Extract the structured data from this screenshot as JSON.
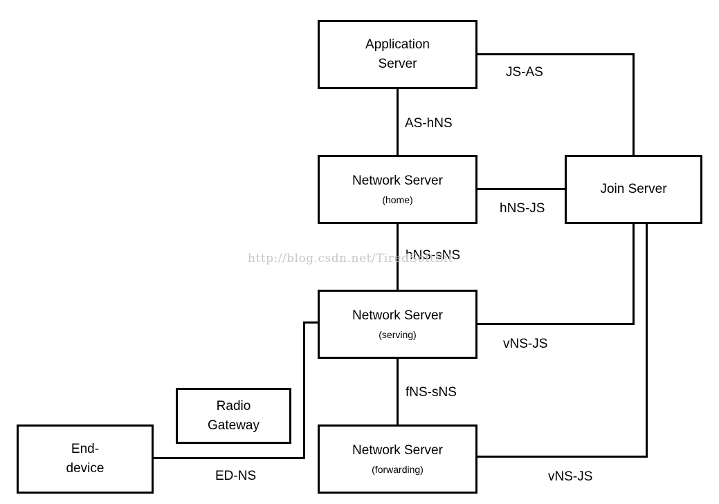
{
  "nodes": {
    "application_server": {
      "line1": "Application",
      "line2": "Server"
    },
    "network_server_home": {
      "title": "Network Server",
      "subtitle": "(home)"
    },
    "join_server": {
      "title": "Join Server"
    },
    "network_server_serving": {
      "title": "Network Server",
      "subtitle": "(serving)"
    },
    "radio_gateway": {
      "line1": "Radio",
      "line2": "Gateway"
    },
    "end_device": {
      "line1": "End-",
      "line2": "device"
    },
    "network_server_forwarding": {
      "title": "Network Server",
      "subtitle": "(forwarding)"
    }
  },
  "edges": {
    "js_as": "JS-AS",
    "as_hns": "AS-hNS",
    "hns_js": "hNS-JS",
    "hns_sns": "hNS-sNS",
    "vns_js_serving": "vNS-JS",
    "fns_sns": "fNS-sNS",
    "ed_ns": "ED-NS",
    "vns_js_forwarding": "vNS-JS"
  },
  "watermark": "http://blog.csdn.net/TiredSoftBit"
}
